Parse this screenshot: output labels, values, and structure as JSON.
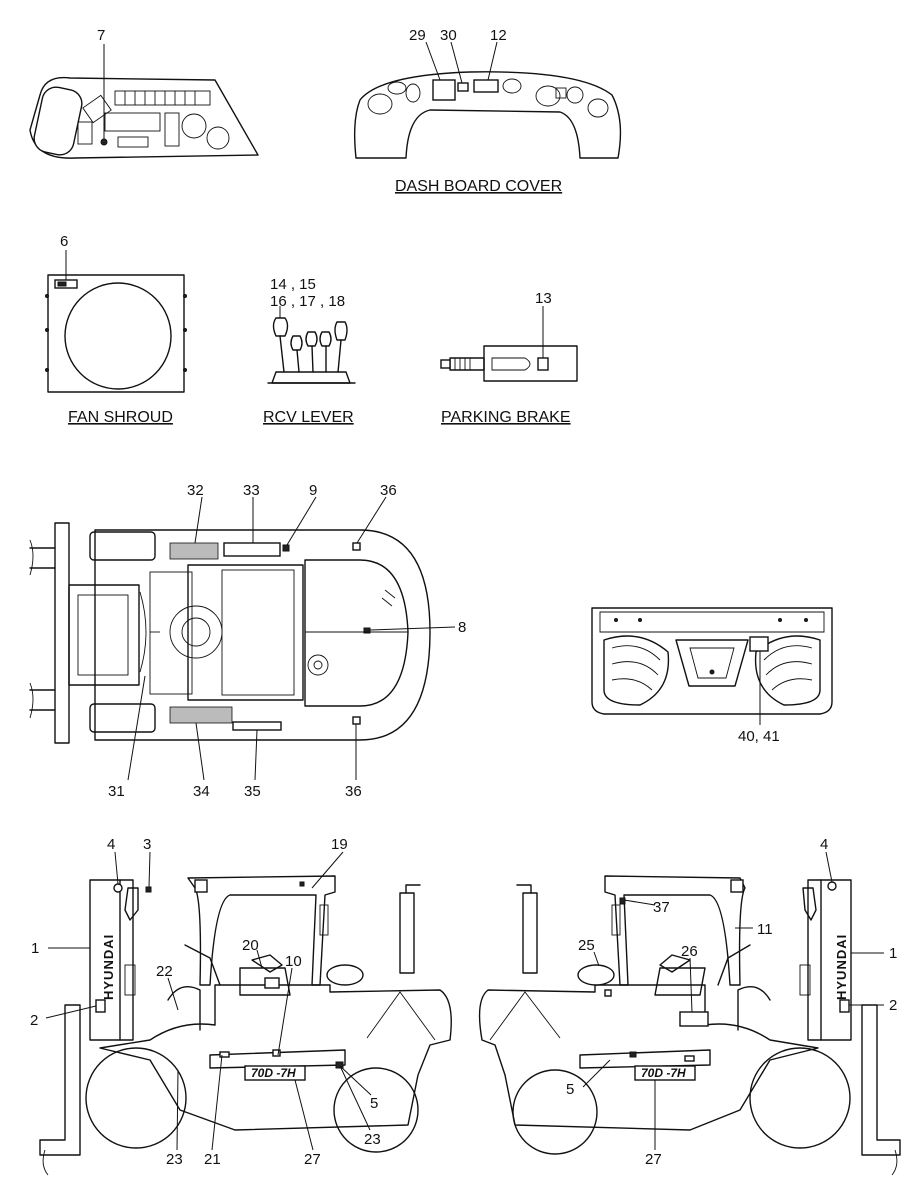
{
  "captions": {
    "dash_board_cover": "DASH BOARD COVER",
    "fan_shroud": "FAN SHROUD",
    "rcv_lever": "RCV LEVER",
    "parking_brake": "PARKING BRAKE"
  },
  "labels": {
    "instrument_7": "7",
    "dash_29": "29",
    "dash_30": "30",
    "dash_12": "12",
    "fan_6": "6",
    "rcv_a": "14 , 15",
    "rcv_b": "16 , 17 , 18",
    "brake_13": "13",
    "top_32": "32",
    "top_33": "33",
    "top_9": "9",
    "top_36a": "36",
    "top_8": "8",
    "top_31": "31",
    "top_34": "34",
    "top_35": "35",
    "top_36b": "36",
    "rear_40_41": "40, 41",
    "left_4": "4",
    "left_3": "3",
    "left_19": "19",
    "left_1": "1",
    "left_2": "2",
    "left_22": "22",
    "left_20": "20",
    "left_10": "10",
    "left_5": "5",
    "left_23a": "23",
    "left_23b": "23",
    "left_21": "21",
    "left_27": "27",
    "right_37": "37",
    "right_11": "11",
    "right_4": "4",
    "right_25": "25",
    "right_26": "26",
    "right_1": "1",
    "right_2": "2",
    "right_5": "5",
    "right_27": "27"
  },
  "decals": {
    "brand_left": "HYUNDAI",
    "brand_right": "HYUNDAI",
    "model_left": "70D -7H",
    "model_right": "70D -7H"
  }
}
